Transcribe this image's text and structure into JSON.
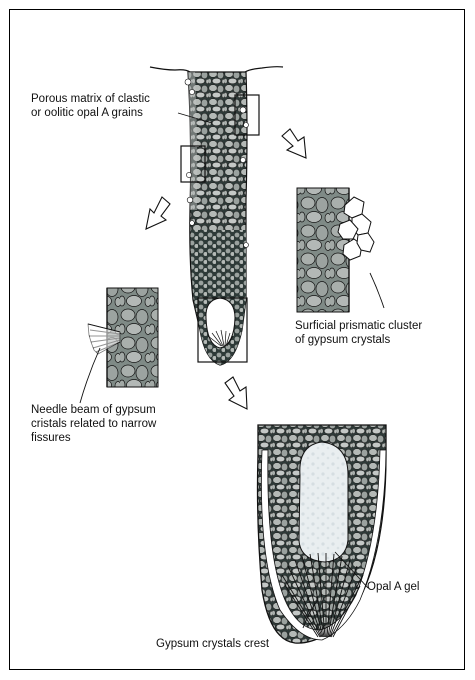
{
  "labels": {
    "porous_matrix": [
      "Porous matrix of clastic",
      "or oolitic opal A grains"
    ],
    "surficial_cluster": [
      "Surficial prismatic cluster",
      "of gypsum crystals"
    ],
    "needle_beam": [
      "Needle beam of gypsum",
      "cristals related to narrow",
      "fissures"
    ],
    "opal_gel": [
      "Opal A gel"
    ],
    "gypsum_crest": [
      "Gypsum crystals crest"
    ]
  },
  "colors": {
    "grain_fill": "#b4b9b6",
    "matrix_dark": "#2e3a38",
    "matrix_mid": "#7f8a86",
    "gel_light": "#e9eef0",
    "outline": "#111111"
  }
}
